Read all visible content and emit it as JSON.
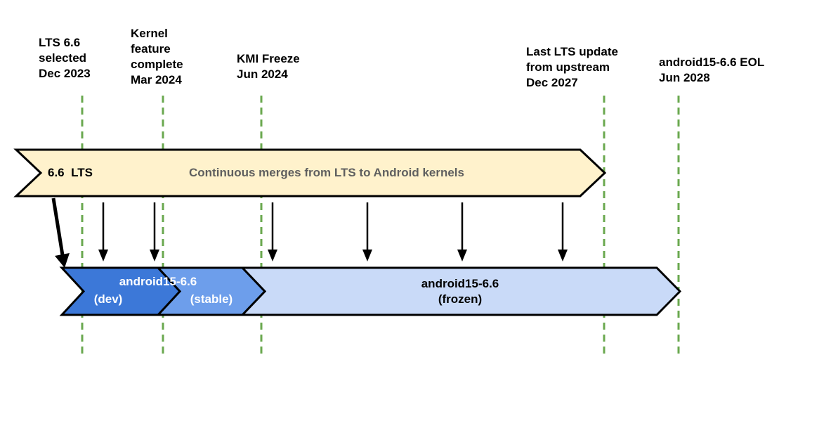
{
  "diagram": {
    "title_semantic": "Android kernel LTS branch lifecycle timeline",
    "milestones": [
      {
        "label": "LTS 6.6\nselected\nDec 2023"
      },
      {
        "label": "Kernel\nfeature\ncomplete\nMar 2024"
      },
      {
        "label": "KMI Freeze\nJun 2024"
      },
      {
        "label": "Last LTS update\nfrom upstream\nDec 2027"
      },
      {
        "label": "android15-6.6 EOL\nJun 2028"
      }
    ],
    "lts_banner": {
      "version_label": "6.6  LTS",
      "description": "Continuous merges from LTS to Android kernels"
    },
    "branch_banner": {
      "name_label": "android15-6.6",
      "dev_label": "(dev)",
      "stable_label": "(stable)",
      "frozen_label": "android15-6.6\n(frozen)"
    },
    "colors": {
      "lts_fill": "#fff2cc",
      "dev_fill": "#3c78d8",
      "stable_fill": "#6d9eeb",
      "frozen_fill": "#c9daf8",
      "milestone_line": "#6aa84f",
      "outline": "#000000",
      "arrow": "#000000",
      "description_text": "#5f5f5f",
      "branch_text_light": "#ffffff",
      "branch_text_dark": "#000000"
    }
  }
}
